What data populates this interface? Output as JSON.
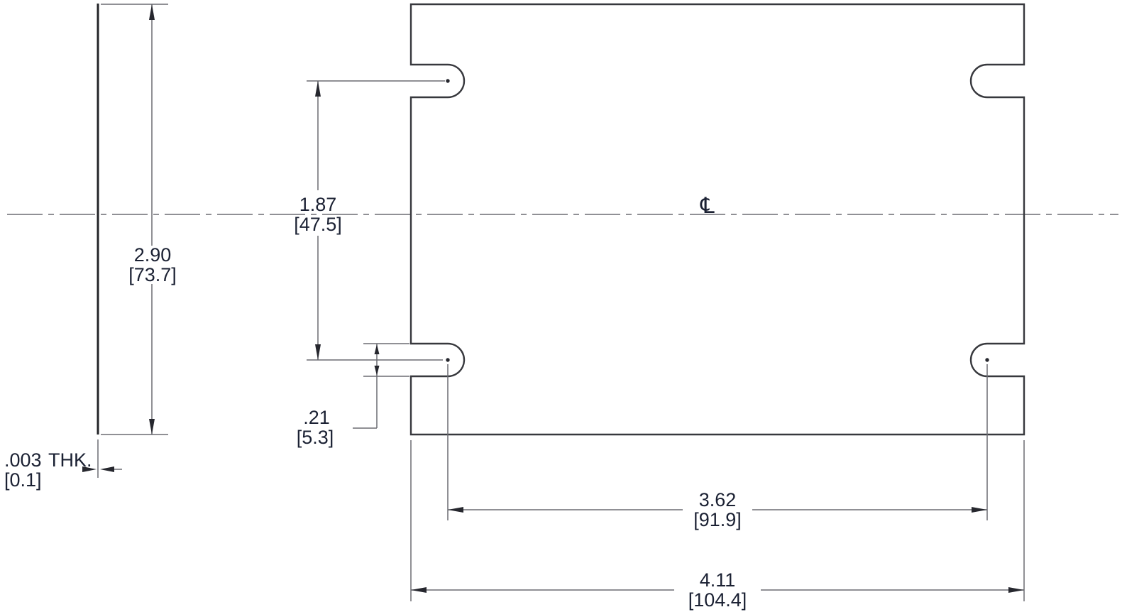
{
  "drawing": {
    "kind": "mechanical-part-dimension-drawing",
    "centerline_symbol": "℄",
    "dimensions": {
      "height": {
        "value": "2.90",
        "metric": "[73.7]"
      },
      "slot_vertical_spacing": {
        "value": "1.87",
        "metric": "[47.5]"
      },
      "slot_width": {
        "value": ".21",
        "metric": "[5.3]"
      },
      "thickness": {
        "value": ".003",
        "suffix": "THK.",
        "metric": "[0.1]"
      },
      "slot_horizontal_spacing": {
        "value": "3.62",
        "metric": "[91.9]"
      },
      "width": {
        "value": "4.11",
        "metric": "[104.4]"
      }
    }
  }
}
